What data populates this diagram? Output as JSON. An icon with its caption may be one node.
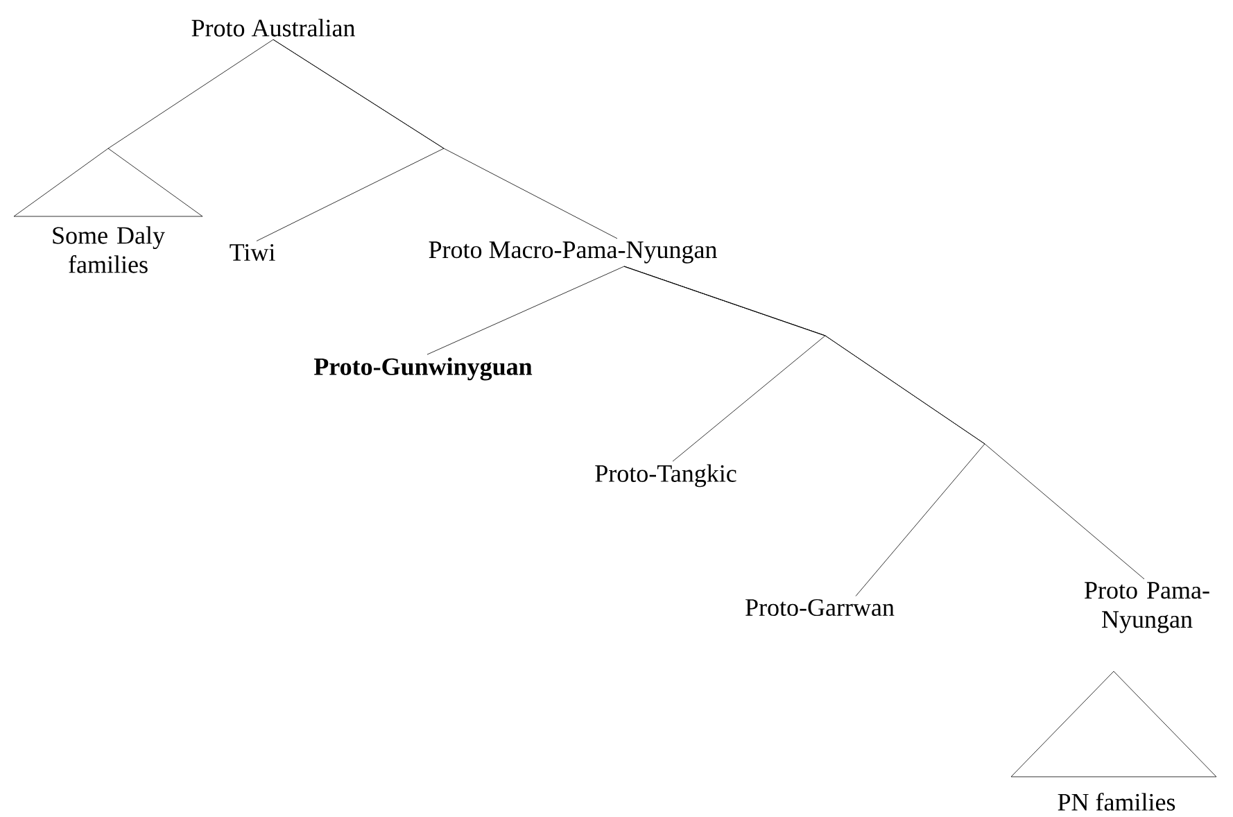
{
  "diagram": {
    "nodes": [
      {
        "text": [
          "Proto Australian"
        ]
      },
      {
        "text": [
          "Some Daly families"
        ]
      },
      {
        "text": [
          "Tiwi"
        ]
      },
      {
        "text": [
          "Proto Macro-Pama-Nyungan"
        ]
      },
      {
        "text": [
          "Proto-Gunwinyguan"
        ]
      },
      {
        "text": [
          "Proto-Tangkic"
        ]
      },
      {
        "text": [
          "Proto-Garrwan"
        ]
      },
      {
        "text": [
          "Proto Pama-Nyungan"
        ]
      },
      {
        "text": [
          "PN families"
        ]
      }
    ],
    "edges": [
      {
        "from": 0,
        "to": 1,
        "arrow": "none"
      },
      {
        "from": 0,
        "to": 2,
        "arrow": "none"
      },
      {
        "from": 0,
        "to": 3,
        "arrow": "none"
      },
      {
        "from": 3,
        "to": 4,
        "arrow": "none"
      },
      {
        "from": 3,
        "to": 5,
        "arrow": "none"
      },
      {
        "from": 3,
        "to": 6,
        "arrow": "none"
      },
      {
        "from": 3,
        "to": 7,
        "arrow": "none"
      }
    ]
  }
}
